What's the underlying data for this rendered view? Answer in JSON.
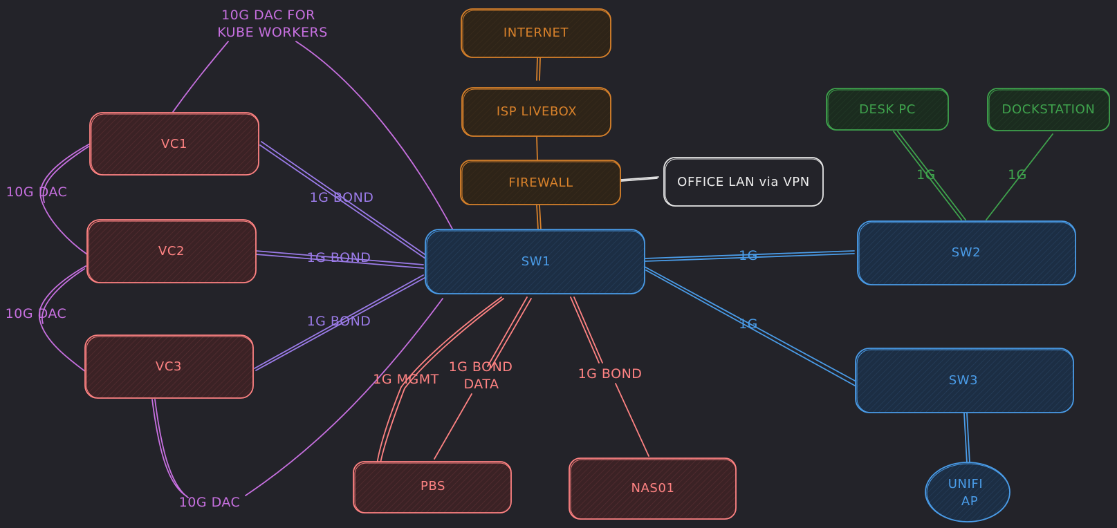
{
  "colors": {
    "background": "#232329",
    "red": "#ff8383",
    "red_fill": "#3b2225",
    "blue": "#4a9ce8",
    "blue_fill": "#1c2e44",
    "orange": "#d9822b",
    "orange_fill": "#33271a",
    "green": "#3fa34d",
    "green_fill": "#1c2f20",
    "white": "#e6e6e6",
    "purple": "#c770e0",
    "violet": "#9b7be8"
  },
  "nodes": {
    "internet": "INTERNET",
    "isp_livebox": "ISP LIVEBOX",
    "firewall": "FIREWALL",
    "office_lan": "OFFICE LAN via VPN",
    "vc1": "VC1",
    "vc2": "VC2",
    "vc3": "VC3",
    "sw1": "SW1",
    "sw2": "SW2",
    "sw3": "SW3",
    "desk_pc": "DESK PC",
    "dockstation": "DOCKSTATION",
    "pbs": "PBS",
    "nas01": "NAS01",
    "unifi_ap_line1": "UNIFI",
    "unifi_ap_line2": "AP"
  },
  "labels": {
    "kube_line1": "10G DAC FOR",
    "kube_line2": "KUBE WORKERS",
    "dac_vc1_vc2": "10G DAC",
    "dac_vc2_vc3": "10G DAC",
    "dac_vc3_sw1": "10G DAC",
    "bond_vc1": "1G BOND",
    "bond_vc2": "1G BOND",
    "bond_vc3": "1G BOND",
    "mgmt_pbs": "1G MGMT",
    "bond_data_line1": "1G BOND",
    "bond_data_line2": "DATA",
    "bond_nas": "1G BOND",
    "sw1_sw2": "1G",
    "sw1_sw3": "1G",
    "desk_sw2": "1G",
    "dock_sw2": "1G"
  }
}
